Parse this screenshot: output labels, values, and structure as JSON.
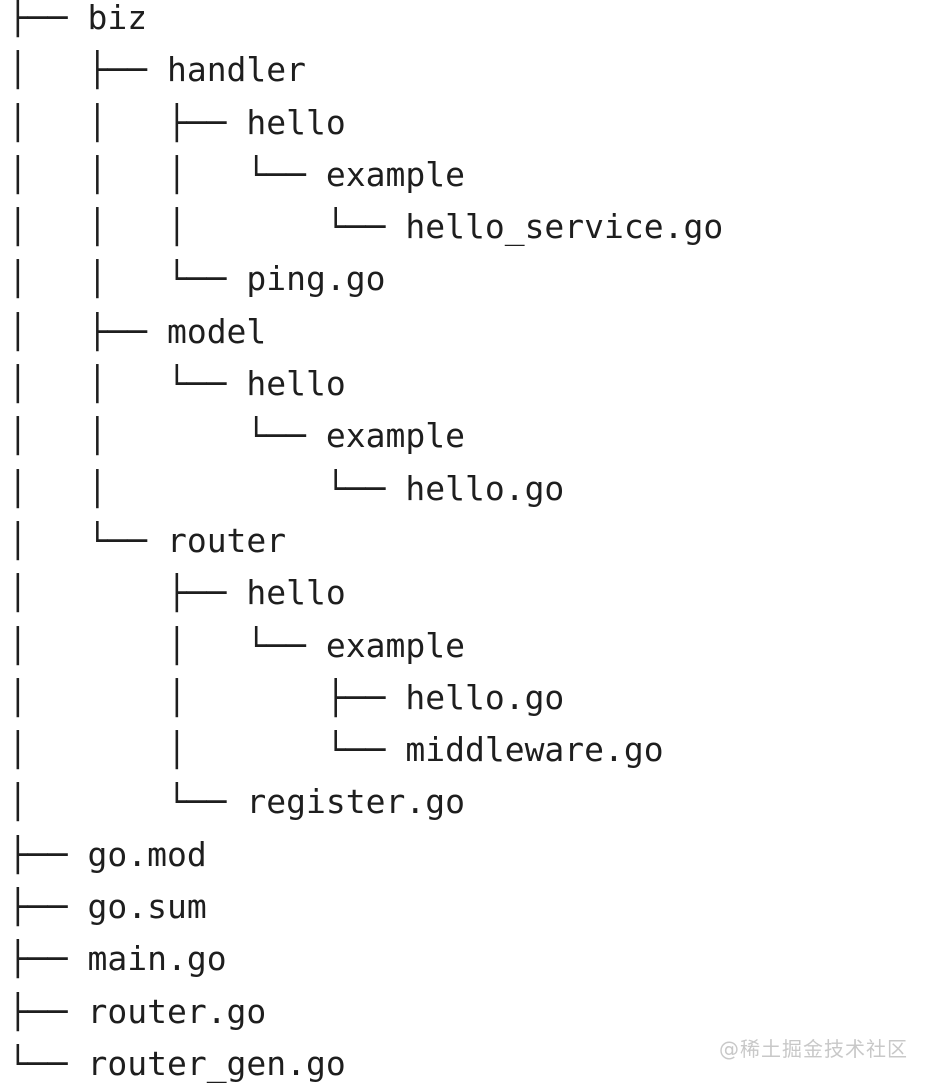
{
  "colors": {
    "background": "#ffffff",
    "tree_text": "#1e1e1e",
    "watermark_text": "#c8c8c8"
  },
  "tree": {
    "entries": [
      {
        "prefix": "├── ",
        "name": "biz"
      },
      {
        "prefix": "│   ├── ",
        "name": "handler"
      },
      {
        "prefix": "│   │   ├── ",
        "name": "hello"
      },
      {
        "prefix": "│   │   │   └── ",
        "name": "example"
      },
      {
        "prefix": "│   │   │       └── ",
        "name": "hello_service.go"
      },
      {
        "prefix": "│   │   └── ",
        "name": "ping.go"
      },
      {
        "prefix": "│   ├── ",
        "name": "model"
      },
      {
        "prefix": "│   │   └── ",
        "name": "hello"
      },
      {
        "prefix": "│   │       └── ",
        "name": "example"
      },
      {
        "prefix": "│   │           └── ",
        "name": "hello.go"
      },
      {
        "prefix": "│   └── ",
        "name": "router"
      },
      {
        "prefix": "│       ├── ",
        "name": "hello"
      },
      {
        "prefix": "│       │   └── ",
        "name": "example"
      },
      {
        "prefix": "│       │       ├── ",
        "name": "hello.go"
      },
      {
        "prefix": "│       │       └── ",
        "name": "middleware.go"
      },
      {
        "prefix": "│       └── ",
        "name": "register.go"
      },
      {
        "prefix": "├── ",
        "name": "go.mod"
      },
      {
        "prefix": "├── ",
        "name": "go.sum"
      },
      {
        "prefix": "├── ",
        "name": "main.go"
      },
      {
        "prefix": "├── ",
        "name": "router.go"
      },
      {
        "prefix": "└── ",
        "name": "router_gen.go"
      }
    ]
  },
  "watermark": {
    "text": "@稀土掘金技术社区"
  }
}
